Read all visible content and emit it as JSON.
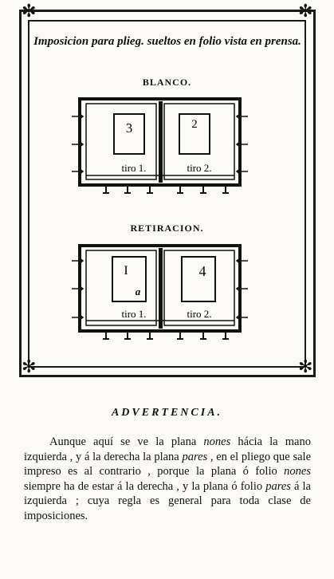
{
  "title": "Imposicion para plieg. sueltos en folio vista en prensa.",
  "blanco": {
    "label": "BLANCO.",
    "left_page": "3",
    "right_page": "2",
    "left_tiro": "tiro 1.",
    "right_tiro": "tiro 2."
  },
  "retiracion": {
    "label": "RETIRACION.",
    "left_page": "I",
    "left_signature": "a",
    "right_page": "4",
    "left_tiro": "tiro 1.",
    "right_tiro": "tiro 2."
  },
  "advertencia": {
    "heading": "ADVERTENCIA.",
    "p1": "Aunque aquí se ve la plana ",
    "nones1": "nones",
    "p2": " hácia la mano izquierda , y á la derecha la plana ",
    "pares1": "pares",
    "p3": " , en el pliego que sale impreso es al contrario , porque la plana ó folio ",
    "nones2": "nones",
    "p4": " siempre ha de estar á la derecha , y la plana ó folio ",
    "pares2": "pares",
    "p5": " á la izquierda ; cuya regla es general para toda clase de imposiciones."
  }
}
